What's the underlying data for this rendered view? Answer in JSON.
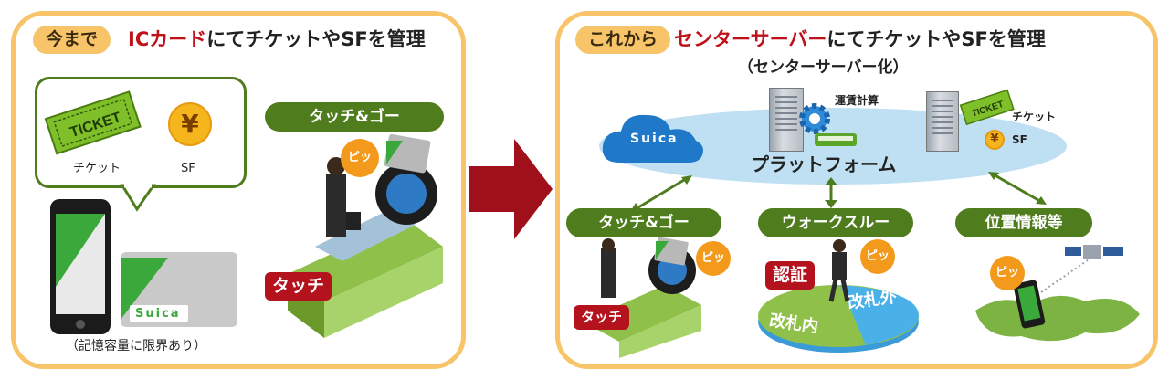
{
  "left": {
    "pill": "今まで",
    "heading_red": "ICカード",
    "heading_rest": "にてチケットやSFを管理",
    "ticket_text": "TICKET",
    "ticket_caption": "チケット",
    "coin_symbol": "¥",
    "sf_caption": "SF",
    "card_brand": "Suica",
    "memory_caption": "（記憶容量に限界あり）",
    "touch_go": "タッチ&ゴー",
    "pip": "ピッ",
    "touch_tag": "タッチ"
  },
  "right": {
    "pill": "これから",
    "heading_red": "センターサーバー",
    "heading_rest": "にてチケットやSFを管理",
    "subheading": "（センターサーバー化）",
    "suica": "Suica",
    "fare_calc": "運賃計算",
    "ticket_label": "チケット",
    "ticket_text": "TICKET",
    "coin_symbol": "¥",
    "sf_label": "SF",
    "platform": "プラットフォーム",
    "touch_go": "タッチ&ゴー",
    "walk_through": "ウォークスルー",
    "location": "位置情報等",
    "pip1": "ピッ",
    "pip2": "ピッ",
    "pip3": "ピッ",
    "touch_tag": "タッチ",
    "auth_tag": "認証",
    "gate_outside": "改札外",
    "gate_inside": "改札内"
  },
  "colors": {
    "panel_border": "#f7c46a",
    "accent_red": "#c0101a",
    "label_green": "#4f7d1e",
    "suica_green": "#3aa83a",
    "arrow_red": "#a0101a",
    "platform_blue": "#bfe0f3"
  }
}
